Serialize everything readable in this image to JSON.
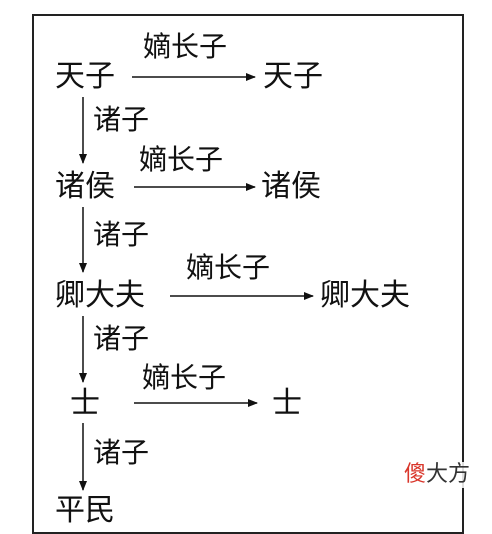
{
  "diagram": {
    "levels": [
      {
        "name": "天子",
        "successor_label": "嫡长子",
        "successor": "天子"
      },
      {
        "name": "诸侯",
        "successor_label": "嫡长子",
        "successor": "诸侯"
      },
      {
        "name": "卿大夫",
        "successor_label": "嫡长子",
        "successor": "卿大夫"
      },
      {
        "name": "士",
        "successor_label": "嫡长子",
        "successor": "士"
      },
      {
        "name": "平民"
      }
    ],
    "down_labels": [
      "诸子",
      "诸子",
      "诸子",
      "诸子"
    ]
  },
  "watermark": {
    "part1": "傻",
    "part2": "大方"
  }
}
